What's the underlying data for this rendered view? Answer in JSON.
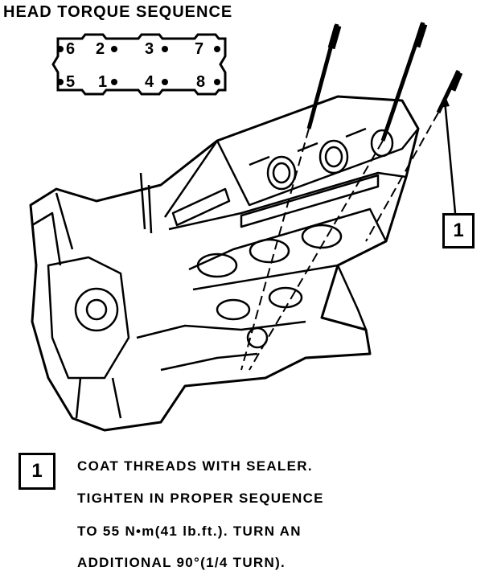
{
  "title": "HEAD TORQUE SEQUENCE",
  "sequence": {
    "top_row": [
      "6",
      "2",
      "3",
      "7"
    ],
    "bottom_row": [
      "5",
      "1",
      "4",
      "8"
    ]
  },
  "callout_label": "1",
  "note": {
    "label": "1",
    "lines": [
      "COAT THREADS WITH SEALER.",
      "TIGHTEN IN PROPER SEQUENCE",
      "TO 55 N•m(41 lb.ft.). TURN AN",
      "ADDITIONAL 90°(1/4 TURN)."
    ]
  }
}
